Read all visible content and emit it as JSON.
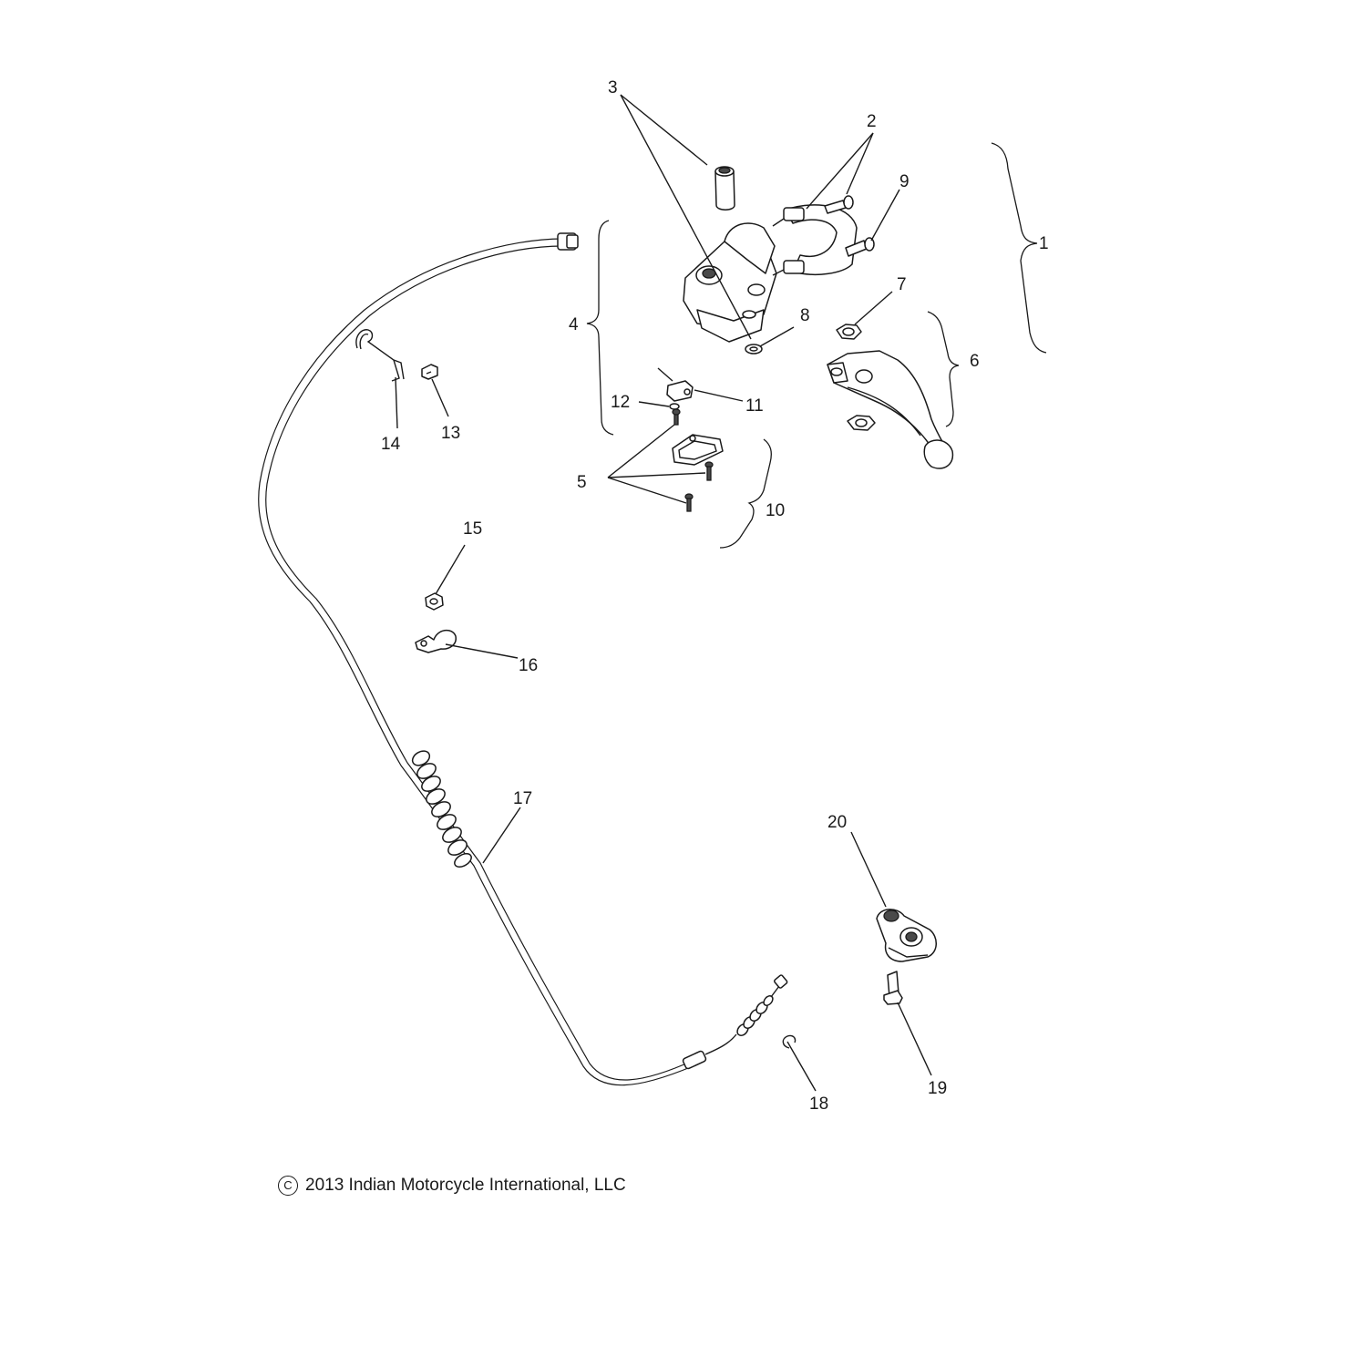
{
  "callouts": {
    "c1": "1",
    "c2": "2",
    "c3": "3",
    "c4": "4",
    "c5": "5",
    "c6": "6",
    "c7": "7",
    "c8": "8",
    "c9": "9",
    "c10": "10",
    "c11": "11",
    "c12": "12",
    "c13": "13",
    "c14": "14",
    "c15": "15",
    "c16": "16",
    "c17": "17",
    "c18": "18",
    "c19": "19",
    "c20": "20"
  },
  "copyright": {
    "symbol": "C",
    "text": "2013 Indian Motorcycle International, LLC"
  }
}
